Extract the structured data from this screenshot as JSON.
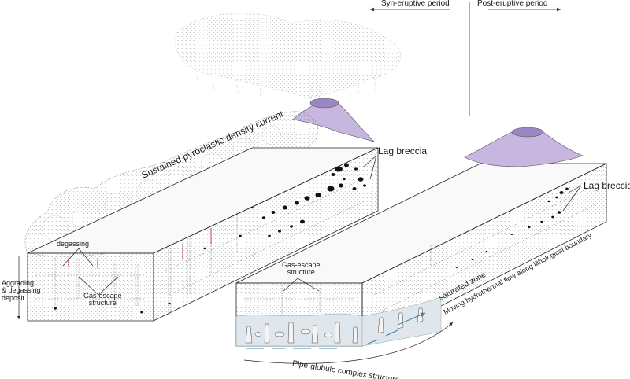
{
  "periods": {
    "syn": "Syn-eruptive period",
    "post": "Post-eruptive period"
  },
  "labels": {
    "pdc": "Sustained pyroclastic density current",
    "lag_left": "Lag breccia",
    "lag_right": "Lag breccia",
    "degassing": "degassing",
    "gas_escape_left_1": "Gas-escape",
    "gas_escape_left_2": "structure",
    "gas_escape_right_1": "Gas-escape",
    "gas_escape_right_2": "structure",
    "aggrading_1": "Aggrading",
    "aggrading_2": "& degassing",
    "aggrading_3": "deposit",
    "saturated": "saturated zone",
    "hydrothermal": "Moving hydrothermal flow along lithological boundary",
    "pipe_globule": "Pipe-globule complex structure"
  },
  "colors": {
    "volcano_fill": "#c7b6df",
    "volcano_crater": "#9a86c2",
    "saturated_zone": "#dfe6ec",
    "hydro_flow": "#3f7fb0",
    "box_face": "#f6f6f6",
    "outline": "#222222"
  }
}
